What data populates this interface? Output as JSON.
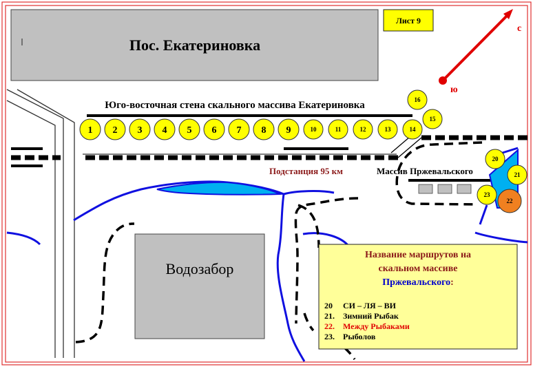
{
  "sheet": {
    "label": "Лист 9"
  },
  "village": {
    "name": "Пос. Екатериновка"
  },
  "wall": {
    "title": "Юго-восточная стена скального массива Екатериновка"
  },
  "substation": {
    "label": "Подстанция 95 км"
  },
  "massif": {
    "label": "Массив Пржевальского"
  },
  "water_intake": {
    "label": "Водозабор"
  },
  "compass": {
    "north": "с",
    "south": "ю"
  },
  "routes_main": [
    "1",
    "2",
    "3",
    "4",
    "5",
    "6",
    "7",
    "8",
    "9",
    "10",
    "11",
    "12",
    "13",
    "14",
    "15",
    "16"
  ],
  "routes_massif": [
    "20",
    "21",
    "23",
    "22"
  ],
  "legend": {
    "title_line1": "Название маршрутов на",
    "title_line2": "скальном массиве",
    "title_line3": "Пржевальского",
    "title_colon": ":",
    "items": [
      {
        "num": "20",
        "name": "СИ – ЛЯ – ВИ"
      },
      {
        "num": "21.",
        "name": "Зимний Рыбак"
      },
      {
        "num": "22.",
        "name": "Между Рыбаками"
      },
      {
        "num": "23.",
        "name": "Рыболов"
      }
    ]
  },
  "colors": {
    "frame": "#e03030",
    "label_fill": "#ffff00",
    "legend_fill": "#ffff99",
    "water": "#1010e0",
    "lake": "#00b0f0",
    "grey_block": "#c0c0c0",
    "route_22": "#f08020",
    "substation_text": "#8b1a1a",
    "legend_title": "#8b1a1a",
    "legend_massif": "#0000cc",
    "legend_red": "#e00000"
  }
}
